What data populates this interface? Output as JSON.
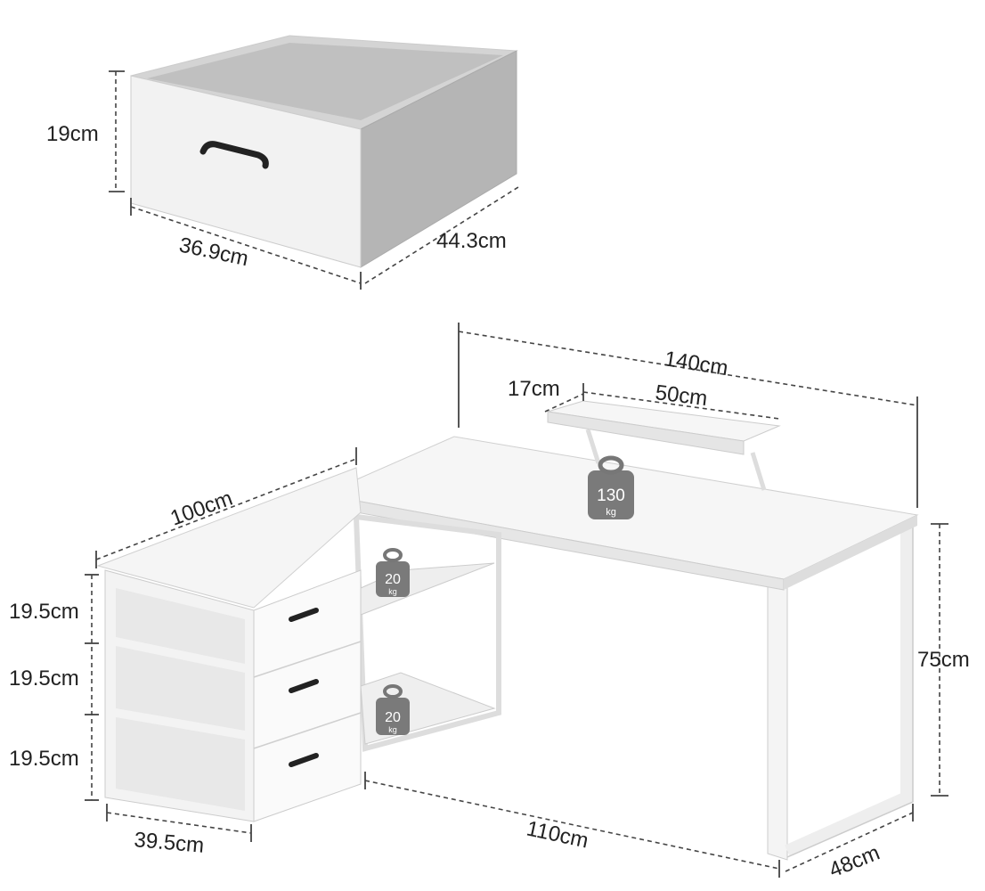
{
  "drawer": {
    "height_label": "19cm",
    "width_label": "36.9cm",
    "depth_label": "44.3cm"
  },
  "desk": {
    "total_length_label": "140cm",
    "riser_depth_label": "17cm",
    "riser_length_label": "50cm",
    "return_length_label": "100cm",
    "height_label": "75cm",
    "desk_depth_label": "48cm",
    "under_length_label": "110cm",
    "cabinet_depth_label": "39.5cm",
    "drawer_heights": [
      "19.5cm",
      "19.5cm",
      "19.5cm"
    ]
  },
  "weights": {
    "desktop": {
      "value": "130",
      "unit": "kg"
    },
    "upper_shelf": {
      "value": "20",
      "unit": "kg"
    },
    "lower_shelf": {
      "value": "20",
      "unit": "kg"
    }
  },
  "colors": {
    "surface": "#f7f7f7",
    "drawer_inside": "#b8b8b8",
    "weight": "#7a7a7a"
  }
}
